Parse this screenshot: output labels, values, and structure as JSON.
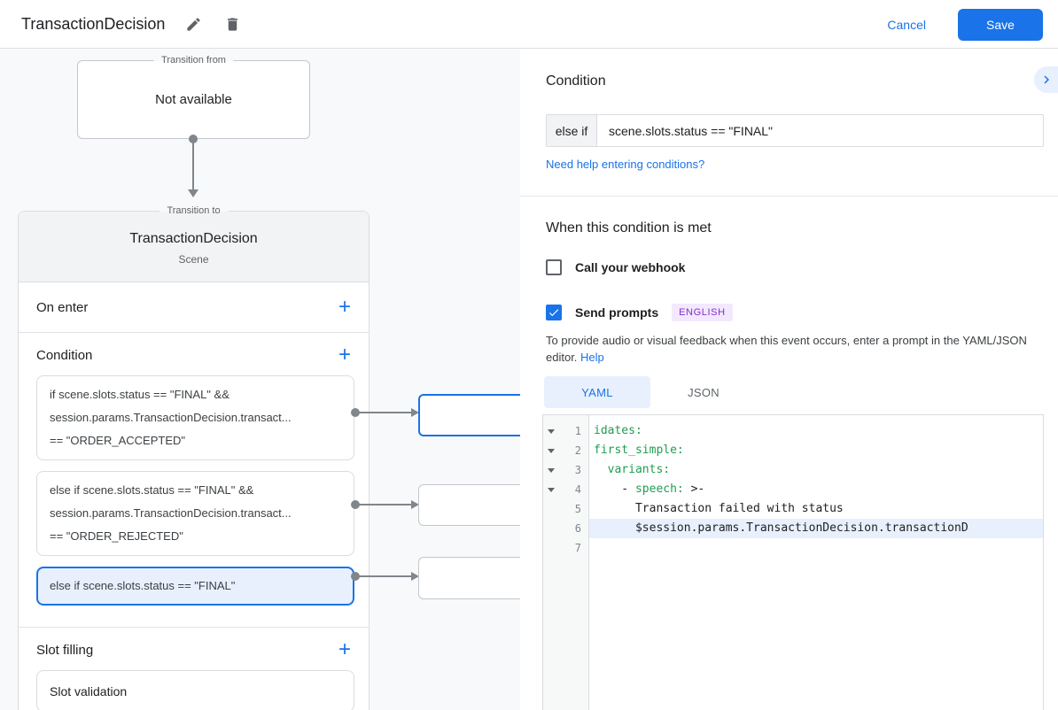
{
  "header": {
    "title": "TransactionDecision",
    "cancel_label": "Cancel",
    "save_label": "Save",
    "icons": {
      "edit": "pencil-icon",
      "delete": "trash-icon"
    }
  },
  "canvas": {
    "transition_from": {
      "legend": "Transition from",
      "value": "Not available"
    },
    "transition_to": {
      "legend": "Transition to",
      "title": "TransactionDecision",
      "subtitle": "Scene"
    },
    "scene_card": {
      "on_enter_label": "On enter",
      "condition_label": "Condition",
      "slot_filling_label": "Slot filling",
      "add_icon": "plus-icon",
      "conditions": [
        {
          "lines": [
            "if scene.slots.status == \"FINAL\" &&",
            "session.params.TransactionDecision.transact...",
            "== \"ORDER_ACCEPTED\""
          ],
          "selected": false
        },
        {
          "lines": [
            "else if scene.slots.status == \"FINAL\" &&",
            "session.params.TransactionDecision.transact...",
            "== \"ORDER_REJECTED\""
          ],
          "selected": false
        },
        {
          "lines": [
            "else if scene.slots.status == \"FINAL\""
          ],
          "selected": true
        }
      ],
      "slot_validation_label": "Slot validation"
    }
  },
  "panel": {
    "title": "Condition",
    "collapse_icon": "chevron-right-icon",
    "condition_input": {
      "prefix": "else if",
      "value": "scene.slots.status == \"FINAL\""
    },
    "help_link": "Need help entering conditions?",
    "when_title": "When this condition is met",
    "webhook": {
      "label": "Call your webhook",
      "checked": false
    },
    "send_prompts": {
      "label": "Send prompts",
      "checked": true,
      "badge": "ENGLISH"
    },
    "hint_text": "To provide audio or visual feedback when this event occurs, enter a prompt in the YAML/JSON editor.",
    "hint_link": "Help",
    "tabs": [
      {
        "label": "YAML",
        "active": true
      },
      {
        "label": "JSON",
        "active": false
      }
    ],
    "editor": {
      "lines": [
        {
          "n": "1",
          "fold": true,
          "hl": false,
          "tokens": [
            [
              "idates:",
              "key"
            ]
          ]
        },
        {
          "n": "2",
          "fold": true,
          "hl": false,
          "tokens": [
            [
              "first_simple:",
              "key"
            ]
          ]
        },
        {
          "n": "3",
          "fold": true,
          "hl": false,
          "tokens": [
            [
              "  ",
              "plain"
            ],
            [
              "variants:",
              "key"
            ]
          ]
        },
        {
          "n": "4",
          "fold": true,
          "hl": false,
          "tokens": [
            [
              "    - ",
              "plain"
            ],
            [
              "speech:",
              "key"
            ],
            [
              " >-",
              "plain"
            ]
          ]
        },
        {
          "n": "5",
          "fold": false,
          "hl": false,
          "tokens": [
            [
              "      Transaction failed with status",
              "plain"
            ]
          ]
        },
        {
          "n": "6",
          "fold": false,
          "hl": true,
          "tokens": [
            [
              "      $session.params.TransactionDecision.transactionD",
              "plain"
            ]
          ]
        },
        {
          "n": "7",
          "fold": false,
          "hl": false,
          "tokens": []
        }
      ]
    }
  },
  "colors": {
    "accent_blue": "#1a73e8",
    "selected_bg": "#e8f0fe",
    "badge_text": "#8430ce",
    "badge_bg": "#f3e8fd",
    "code_key_green": "#1e9e50",
    "scene_header_gray": "#f1f3f4",
    "canvas_bg": "#f8f9fa"
  }
}
